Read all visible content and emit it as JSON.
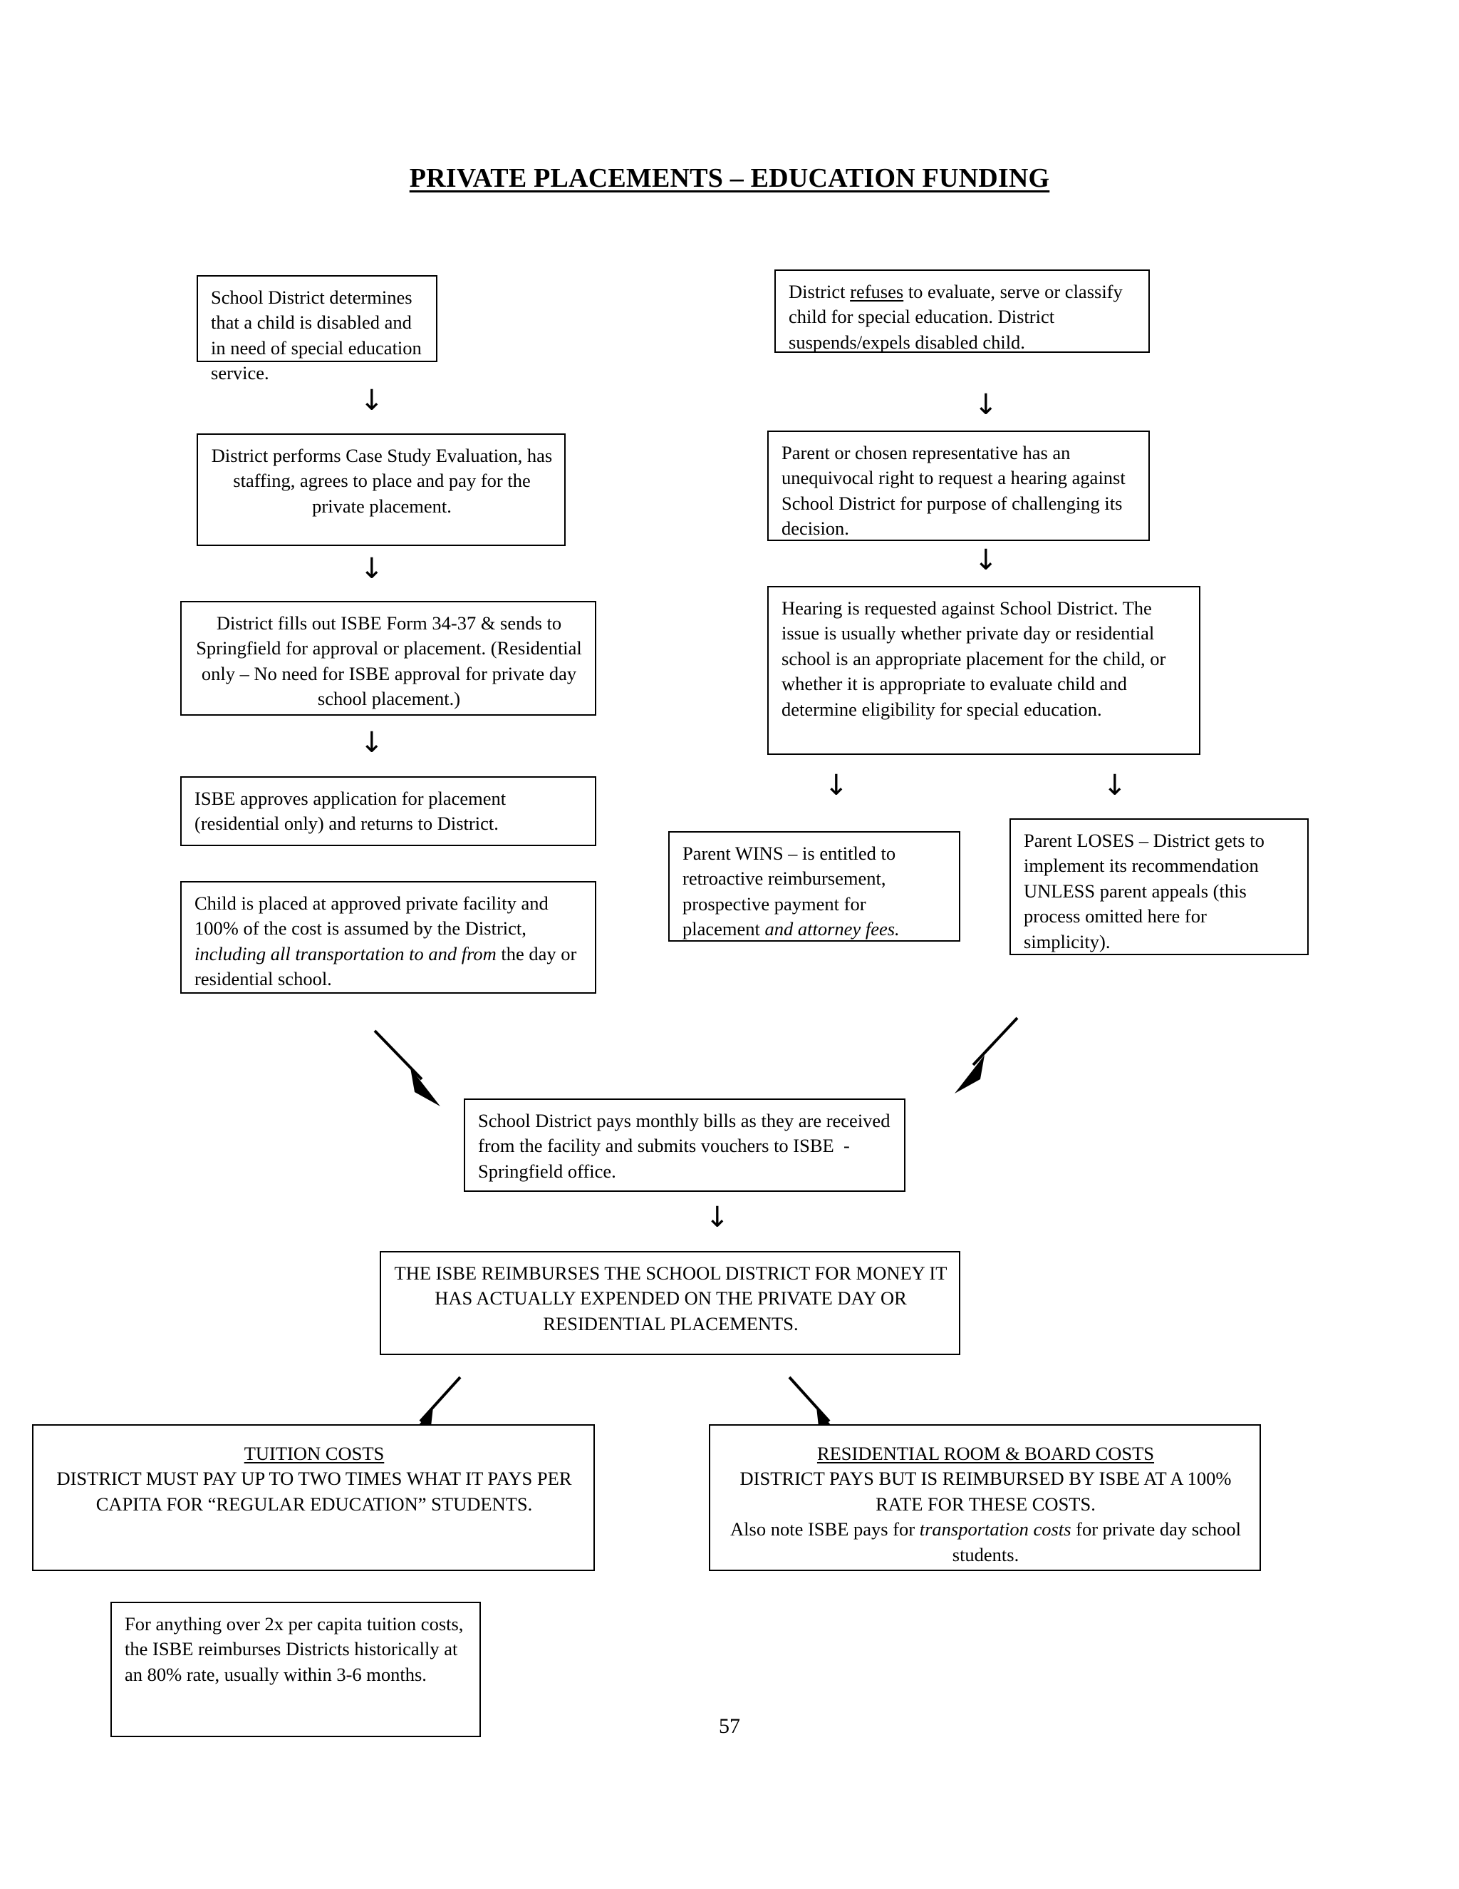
{
  "document": {
    "title_prefix": "PRIVATE PLACEMENTS ",
    "title_dash": "–",
    "title_suffix": " EDUCATION FUNDING",
    "title_full": "PRIVATE PLACEMENTS – EDUCATION FUNDING",
    "page_number": "57"
  },
  "icons": {
    "down_arrow": "↓"
  },
  "flowchart": {
    "left_column": [
      {
        "id": "box-school-district-determines",
        "text": "School District determines that a child is disabled and in need of special education service.",
        "align": "left"
      },
      {
        "id": "box-case-study-evaluation",
        "text": "District performs Case Study Evaluation, has staffing, agrees to place and pay for the private placement.",
        "align": "center"
      },
      {
        "id": "box-isbe-form-34-37",
        "text": "District fills out ISBE Form 34-37 & sends to Springfield for approval or placement. (Residential only – No need for ISBE approval for private day school placement.)",
        "align": "center"
      },
      {
        "id": "box-isbe-approves",
        "text": "ISBE approves application for placement (residential only) and returns to District.",
        "align": "left"
      },
      {
        "id": "box-child-placed",
        "segment_1": "Child is placed at approved private facility and 100% of the cost is assumed by the District, ",
        "segment_italic": "including all transportation to and from",
        "segment_2": " the day or residential school.",
        "align": "left"
      }
    ],
    "right_column": [
      {
        "id": "box-district-refuses",
        "segment_1": "District ",
        "segment_underline": "refuses",
        "segment_2": " to evaluate, serve or classify child for special education. District suspends/expels disabled child.",
        "align": "left"
      },
      {
        "id": "box-parent-right-to-hearing",
        "text": "Parent or chosen representative has an unequivocal right to request a hearing against School District for purpose of challenging its decision.",
        "align": "left"
      },
      {
        "id": "box-hearing-requested",
        "text": "Hearing is requested against School District. The issue is usually whether private day or residential school is an appropriate placement for the child, or whether it is appropriate to evaluate child and determine eligibility for special education.",
        "align": "left"
      },
      {
        "id": "box-parent-wins",
        "segment_1": "Parent WINS – is entitled to retroactive reimbursement, prospective payment for placement ",
        "segment_italic": "and attorney fees.",
        "align": "left"
      },
      {
        "id": "box-parent-loses",
        "text": "Parent LOSES – District gets to implement its recommendation UNLESS parent appeals (this process omitted here for simplicity).",
        "align": "left"
      }
    ],
    "merge_column": [
      {
        "id": "box-district-pays-monthly-bills",
        "text": "School District pays monthly bills as they are received from the facility and submits vouchers to ISBE  - Springfield office.",
        "align": "left"
      },
      {
        "id": "box-isbe-reimburses",
        "text": "THE ISBE REIMBURSES THE SCHOOL DISTRICT FOR MONEY IT HAS ACTUALLY EXPENDED ON THE PRIVATE DAY OR RESIDENTIAL PLACEMENTS.",
        "align": "center"
      }
    ],
    "outcome_boxes": [
      {
        "id": "box-tuition-costs",
        "heading": "TUITION COSTS",
        "body": "DISTRICT MUST PAY UP TO TWO TIMES WHAT IT PAYS PER CAPITA FOR “REGULAR EDUCATION” STUDENTS.",
        "align": "center"
      },
      {
        "id": "box-residential-room-board-costs",
        "heading": "RESIDENTIAL ROOM & BOARD COSTS",
        "body": "DISTRICT PAYS BUT IS REIMBURSED BY ISBE AT A 100% RATE FOR THESE COSTS.",
        "note_prefix": "Also note ISBE pays for ",
        "note_italic": "transportation costs",
        "note_suffix": " for private day school students.",
        "align": "center"
      }
    ],
    "footnote_box": {
      "id": "box-tuition-reimbursement-note",
      "text": "For anything over 2x per capita tuition costs, the ISBE reimburses Districts historically at an 80% rate, usually within 3-6 months.",
      "align": "left"
    }
  },
  "colors": {
    "ink": "#000000",
    "paper": "#ffffff"
  }
}
